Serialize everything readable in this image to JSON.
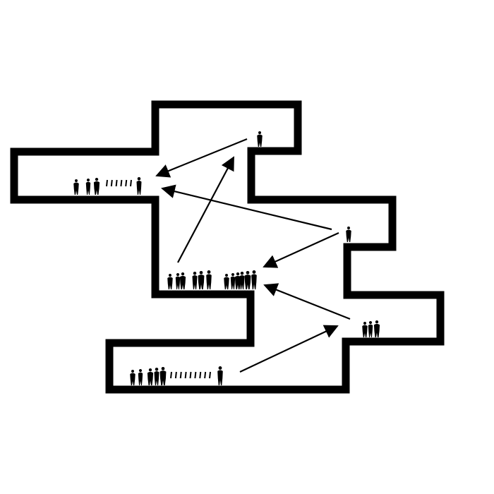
{
  "colors": {
    "background": "#ffffff",
    "ink": "#000000"
  },
  "diagram": {
    "kind": "architectural section sketch",
    "spaces": [
      "top-left-gallery",
      "top-tower",
      "central-atrium",
      "right-upper-terrace",
      "right-lower-terrace",
      "bottom-gallery"
    ],
    "figure_groups": [
      {
        "location": "top-tower",
        "count": 1
      },
      {
        "location": "top-left-gallery",
        "count": 4
      },
      {
        "location": "right-upper-terrace",
        "count": 1
      },
      {
        "location": "central-atrium",
        "count": 12
      },
      {
        "location": "right-lower-terrace",
        "count": 3
      },
      {
        "location": "bottom-gallery",
        "count": 6
      }
    ],
    "sight_lines": [
      {
        "from": "top-tower",
        "to": "top-left-gallery"
      },
      {
        "from": "central-atrium",
        "to": "top-tower"
      },
      {
        "from": "right-upper-terrace",
        "to": "top-left-gallery"
      },
      {
        "from": "right-upper-terrace",
        "to": "central-atrium"
      },
      {
        "from": "right-lower-terrace",
        "to": "central-atrium"
      },
      {
        "from": "bottom-gallery",
        "to": "right-lower-terrace"
      }
    ]
  }
}
